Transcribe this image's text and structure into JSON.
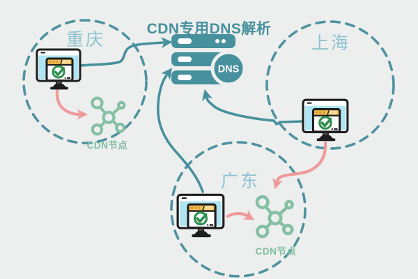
{
  "title": "CDN专用DNS解析",
  "dns_server": {
    "badge": "DNS"
  },
  "regions": [
    {
      "id": "chongqing",
      "label": "重庆"
    },
    {
      "id": "shanghai",
      "label": "上海"
    },
    {
      "id": "guangdong",
      "label": "广东"
    }
  ],
  "cdn_nodes": [
    {
      "region": "chongqing",
      "label": "CDN节点"
    },
    {
      "region": "guangdong",
      "label": "CDN节点"
    }
  ],
  "connections": [
    {
      "from": "chongqing-computer",
      "to": "dns-server",
      "color": "teal"
    },
    {
      "from": "shanghai-computer",
      "to": "dns-server",
      "color": "teal"
    },
    {
      "from": "guangdong-computer",
      "to": "dns-server",
      "color": "teal"
    },
    {
      "from": "chongqing-computer",
      "to": "chongqing-cdn-node",
      "color": "pink"
    },
    {
      "from": "shanghai-computer",
      "to": "guangdong-cdn-node",
      "color": "pink"
    },
    {
      "from": "guangdong-computer",
      "to": "guangdong-cdn-node",
      "color": "pink"
    }
  ],
  "colors": {
    "background": "#edefee",
    "teal": "#47909d",
    "dashed_circle": "#4f929f",
    "region_label": "#8cc3ce",
    "node_green": "#85c0a4",
    "node_label": "#7fbda0",
    "pink": "#ef999b",
    "screen_blue": "#b0e4f2",
    "window_yellow": "#f2c24d",
    "check_green": "#2f8f4e"
  }
}
